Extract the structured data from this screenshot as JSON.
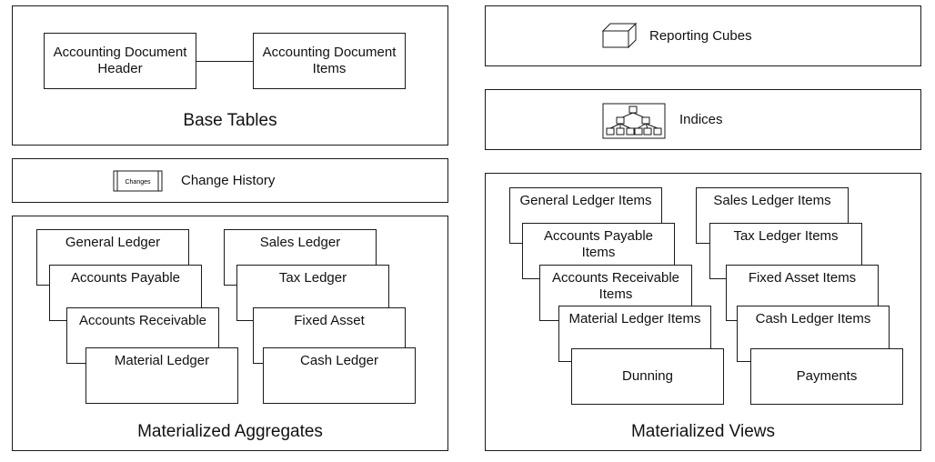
{
  "base_tables": {
    "caption": "Base Tables",
    "header_box": "Accounting Document Header",
    "items_box": "Accounting Document Items"
  },
  "change_history": {
    "label": "Change History",
    "icon_text": "Changes"
  },
  "materialized_aggregates": {
    "caption": "Materialized Aggregates",
    "left_stack": [
      "General Ledger",
      "Accounts Payable",
      "Accounts Receivable",
      "Material Ledger"
    ],
    "right_stack": [
      "Sales Ledger",
      "Tax Ledger",
      "Fixed Asset",
      "Cash Ledger"
    ]
  },
  "reporting_cubes": {
    "label": "Reporting Cubes",
    "icon": "cube-icon"
  },
  "indices": {
    "label": "Indices",
    "icon": "tree-index-icon"
  },
  "materialized_views": {
    "caption": "Materialized Views",
    "left_stack": [
      "General Ledger Items",
      "Accounts Payable Items",
      "Accounts Receivable Items",
      "Material Ledger Items",
      "Dunning"
    ],
    "right_stack": [
      "Sales Ledger Items",
      "Tax Ledger Items",
      "Fixed Asset Items",
      "Cash Ledger Items",
      "Payments"
    ]
  }
}
